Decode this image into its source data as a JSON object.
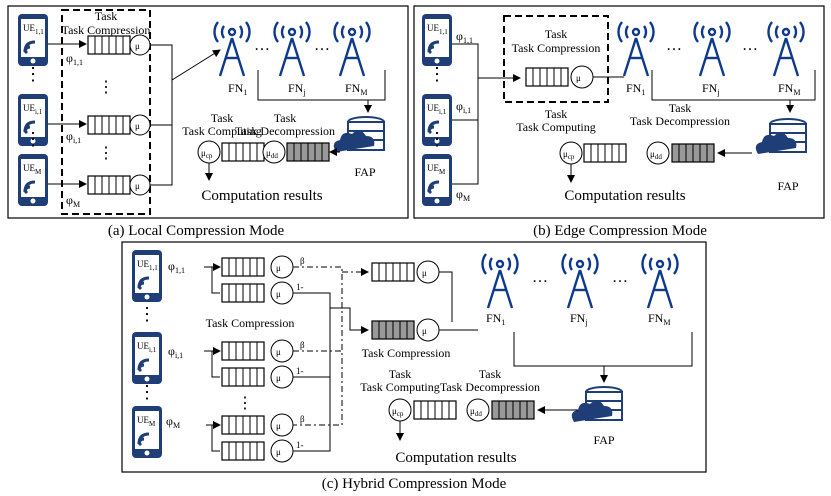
{
  "panels": {
    "a": {
      "caption": "(a) Local Compression Mode",
      "task_compression": "Task Compression",
      "task_computing": "Task Computing",
      "task_decompression": "Task Decompression",
      "results": "Computation results",
      "fap": "FAP"
    },
    "b": {
      "caption": "(b) Edge Compression Mode",
      "task_compression": "Task Compression",
      "task_computing": "Task Computing",
      "task_decompression": "Task Decompression",
      "results": "Computation results",
      "fap": "FAP"
    },
    "c": {
      "caption": "(c) Hybrid Compression Mode",
      "task_compression_1": "Task Compression",
      "task_compression_2": "Task Compression",
      "task_computing": "Task Computing",
      "task_decompression": "Task Decompression",
      "results": "Computation results",
      "fap": "FAP"
    }
  },
  "labels": {
    "ue_1": "UE",
    "ue_1_sub": "1,1",
    "ue_i": "UE",
    "ue_i_sub": "i,1",
    "ue_m": "UE",
    "ue_m_sub": "M",
    "phi": "φ",
    "phi_1_sub": "1,1",
    "phi_i_sub": "i,1",
    "phi_m_sub": "M",
    "fn": "FN",
    "fn_1_sub": "1",
    "fn_j_sub": "j",
    "fn_n_sub": "M",
    "mu": "μ",
    "mu_cp_sub": "cp",
    "mu_dd_sub": "dd",
    "beta": "β",
    "ellipsis": "…",
    "one_minus": "1-"
  }
}
